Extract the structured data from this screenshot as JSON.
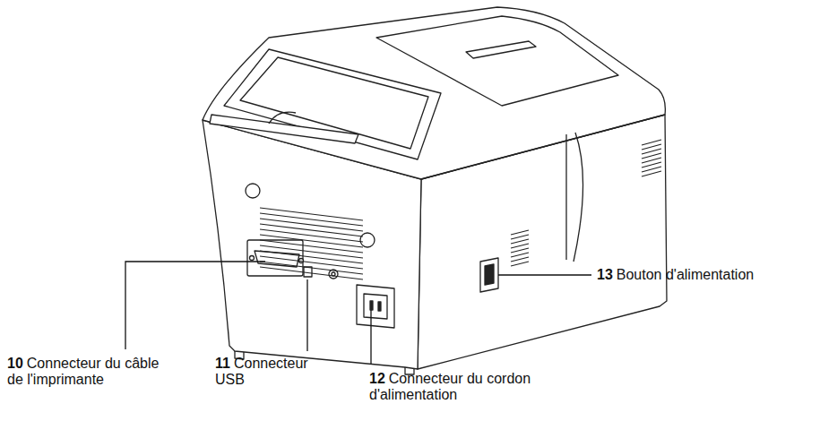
{
  "diagram": {
    "labels": [
      "10",
      "Connecteur du câble de l'imprimante",
      "11",
      "Connecteur USB",
      "12",
      "Connecteur du cordon d'alimentation",
      "13",
      "Bouton d'alimentation"
    ]
  }
}
